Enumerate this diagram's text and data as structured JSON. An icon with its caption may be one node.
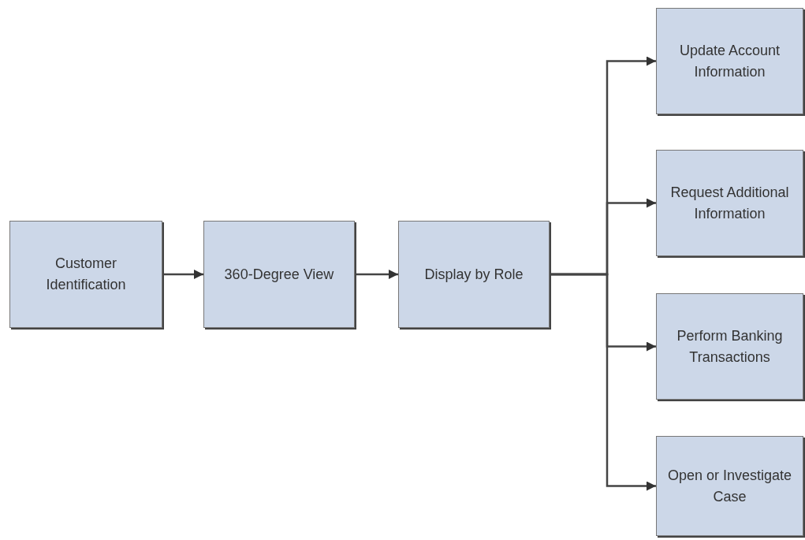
{
  "diagram": {
    "nodes": [
      {
        "text": [
          "Customer Identification"
        ]
      },
      {
        "text": [
          "360-Degree View"
        ]
      },
      {
        "text": [
          "Display by Role"
        ]
      },
      {
        "text": [
          "Update Account Information"
        ]
      },
      {
        "text": [
          "Request Additional Information"
        ]
      },
      {
        "text": [
          "Perform Banking Transactions"
        ]
      },
      {
        "text": [
          "Open or Investigate Case"
        ]
      }
    ],
    "edges": [
      {
        "from": 0,
        "to": 1,
        "arrow": "to"
      },
      {
        "from": 1,
        "to": 2,
        "arrow": "to"
      },
      {
        "from": 2,
        "to": 3,
        "arrow": "to"
      },
      {
        "from": 2,
        "to": 4,
        "arrow": "to"
      },
      {
        "from": 2,
        "to": 5,
        "arrow": "to"
      },
      {
        "from": 2,
        "to": 6,
        "arrow": "to"
      }
    ]
  }
}
